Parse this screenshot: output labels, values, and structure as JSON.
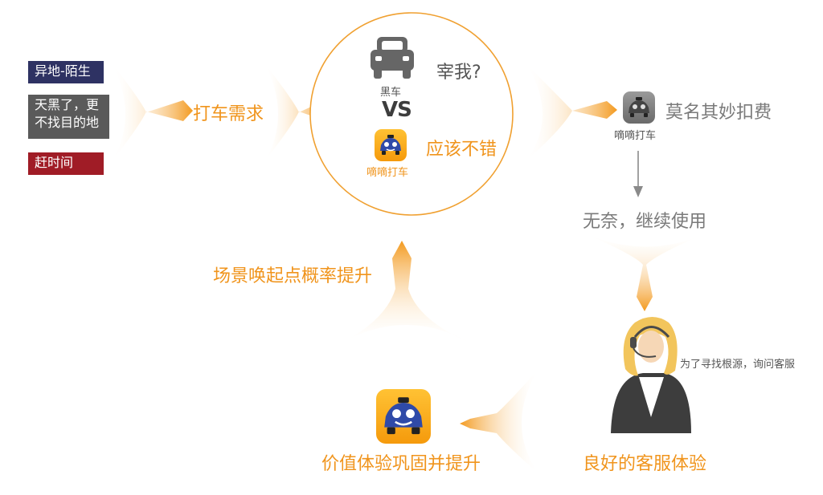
{
  "user_tags": [
    "异地-陌生",
    "天黑了，更\n不找目的地",
    "赶时间"
  ],
  "demand_label": "打车需求",
  "circle": {
    "black_car_label": "黑车",
    "black_car_question": "宰我?",
    "vs": "VS",
    "didi_label": "嘀嘀打车",
    "didi_verdict": "应该不错"
  },
  "outcome": {
    "app_label": "嘀嘀打车",
    "problem": "莫名其妙扣费",
    "continue": "无奈，继续使用"
  },
  "service": {
    "reason": "为了寻找根源，询问客服",
    "experience": "良好的客服体验"
  },
  "result": "价值体验巩固并提升",
  "scene_boost": "场景唤起点概率提升",
  "colors": {
    "tag_navy": "#2e3263",
    "tag_gray": "#5a5a5a",
    "tag_red": "#a01c26",
    "orange": "#f0941c",
    "circle_stroke": "#f0a030",
    "gray_text": "#7a7a7a"
  }
}
